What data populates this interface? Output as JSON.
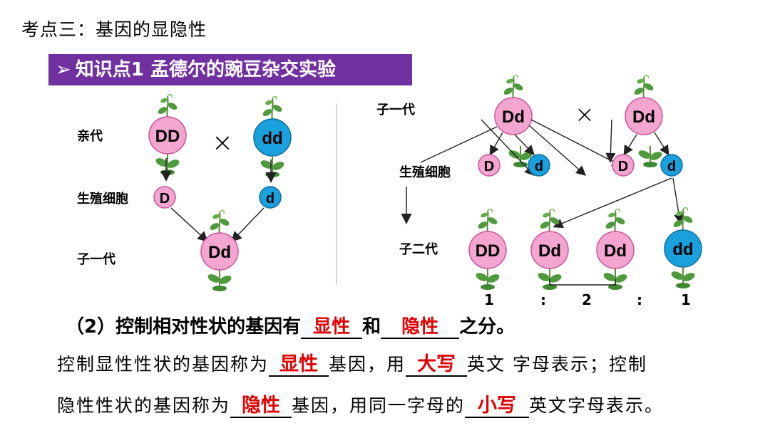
{
  "header": {
    "section_title": "考点三：基因的显隐性",
    "banner_arrow": "➢",
    "banner_text": "知识点1 孟德尔的豌豆杂交实验"
  },
  "left_cross": {
    "parent_label": "亲代",
    "gamete_label": "生殖细胞",
    "f1_label": "子一代",
    "parent1": "DD",
    "cross_symbol": "×",
    "parent2": "dd",
    "gamete1": "D",
    "gamete2": "d",
    "offspring": "Dd"
  },
  "right_cross": {
    "f1_label": "子一代",
    "gamete_label": "生殖细胞",
    "f2_label": "子二代",
    "parent1": "Dd",
    "cross_symbol": "×",
    "parent2": "Dd",
    "gametes": [
      "D",
      "d",
      "D",
      "d"
    ],
    "offspring": [
      "DD",
      "Dd",
      "Dd",
      "dd"
    ],
    "ratio": [
      "1",
      ":",
      "2",
      ":",
      "1"
    ]
  },
  "text": {
    "l1_a": "（2）控制相对性状的基因有",
    "l1_blank1": "显性",
    "l1_b": "和",
    "l1_blank2": "隐性",
    "l1_c": "之分。",
    "l2_a": "控制显性性状的基因称为",
    "l2_blank1": "显性",
    "l2_b": "基因，用",
    "l2_blank2": "大写",
    "l2_c": "英文 字母表示；控制",
    "l3_a": "隐性性状的基因称为",
    "l3_blank1": "隐性",
    "l3_b": "基因，用同一字母的",
    "l3_blank2": "小写",
    "l3_c": "英文字母表示。"
  },
  "colors": {
    "banner": "#7030A0",
    "dominant_circle": "#F4A6D0",
    "recessive_circle": "#1AA0DC",
    "answer": "#E00000",
    "leaf": "#4E9A3C"
  }
}
